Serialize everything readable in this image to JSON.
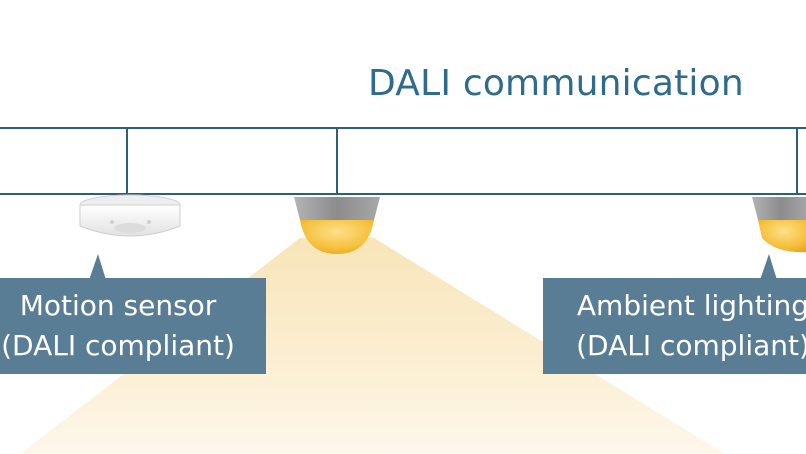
{
  "diagram": {
    "title": "DALI communication",
    "labels": {
      "motion_sensor": {
        "line1": "Motion sensor",
        "line2": "(DALI compliant)"
      },
      "ambient_lighting": {
        "line1": "Ambient lighting",
        "line2": "(DALI compliant)"
      }
    }
  },
  "colors": {
    "bus_line": "#2e5f7a",
    "title": "#2e6b8c",
    "label_box": "#5a7d96",
    "label_text": "#ffffff",
    "light_glow": "#f6c343",
    "light_cone": "#f7e3b4",
    "fixture_metal": "#9a9a9a",
    "sensor_body": "#f2f2f2"
  },
  "icons": [
    "motion-sensor-icon",
    "downlight-icon",
    "light-cone"
  ]
}
